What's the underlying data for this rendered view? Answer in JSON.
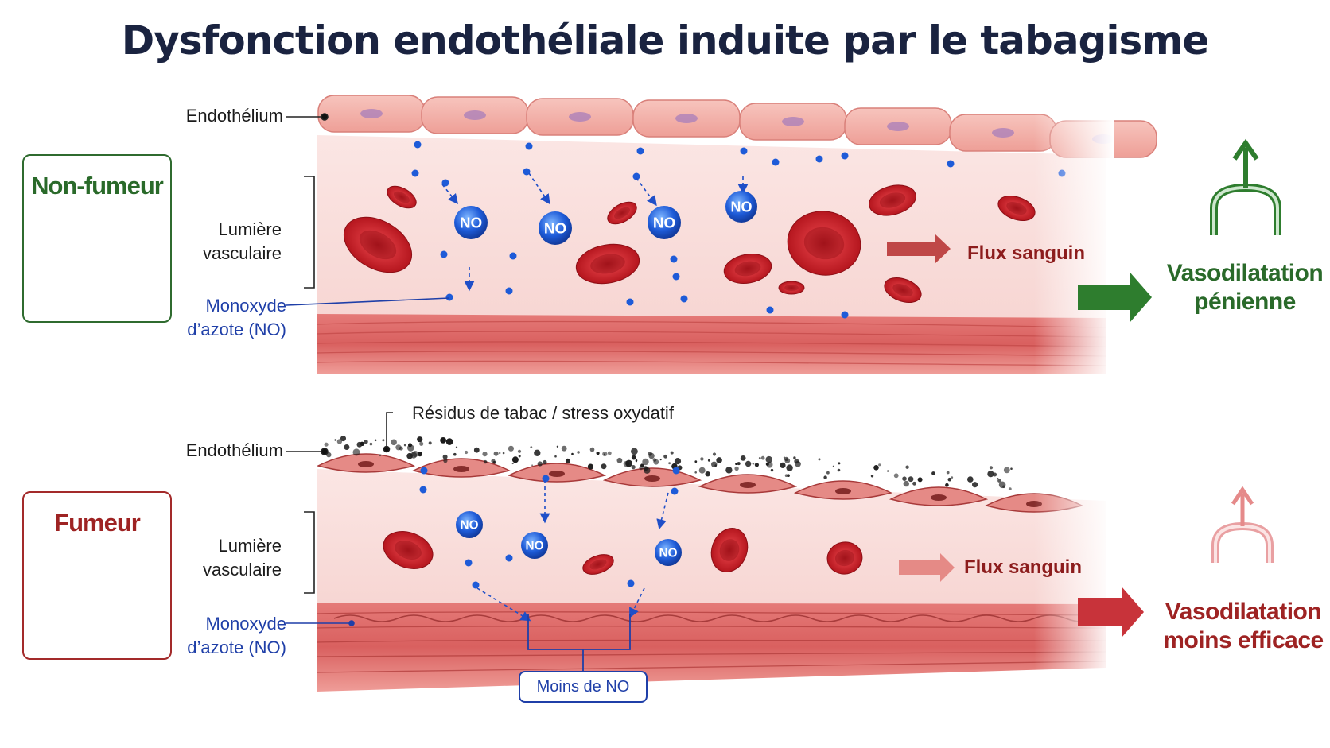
{
  "title": "Dysfonction endothéliale induite par le tabagisme",
  "colors": {
    "green": "#2f6b2f",
    "red": "#a32a2a",
    "blue": "#1f3fa8",
    "title": "#1a2340",
    "rbc": "#c8232b",
    "no_molecule": "#1e5bd8"
  },
  "top_panel": {
    "label": "Non-fumeur",
    "icon": "leaf-icon",
    "endothelium_label": "Endothélium",
    "lumen_label_line1": "Lumière",
    "lumen_label_line2": "vasculaire",
    "no_label_line1": "Monoxyde",
    "no_label_line2": "d’azote (NO)",
    "no_bubble": "NO",
    "flow_label": "Flux sanguin",
    "result_line1": "Vasodilatation",
    "result_line2": "pénienne"
  },
  "bottom_panel": {
    "label": "Fumeur",
    "icon": "no-smoking-icon",
    "residue_label": "Résidus de tabac / stress oxydatif",
    "endothelium_label": "Endothélium",
    "lumen_label_line1": "Lumière",
    "lumen_label_line2": "vasculaire",
    "no_label_line1": "Monoxyde",
    "no_label_line2": "d’azote (NO)",
    "no_bubble": "NO",
    "flow_label": "Flux sanguin",
    "less_no_label": "Moins de NO",
    "result_line1": "Vasodilatation",
    "result_line2": "moins efficace"
  }
}
